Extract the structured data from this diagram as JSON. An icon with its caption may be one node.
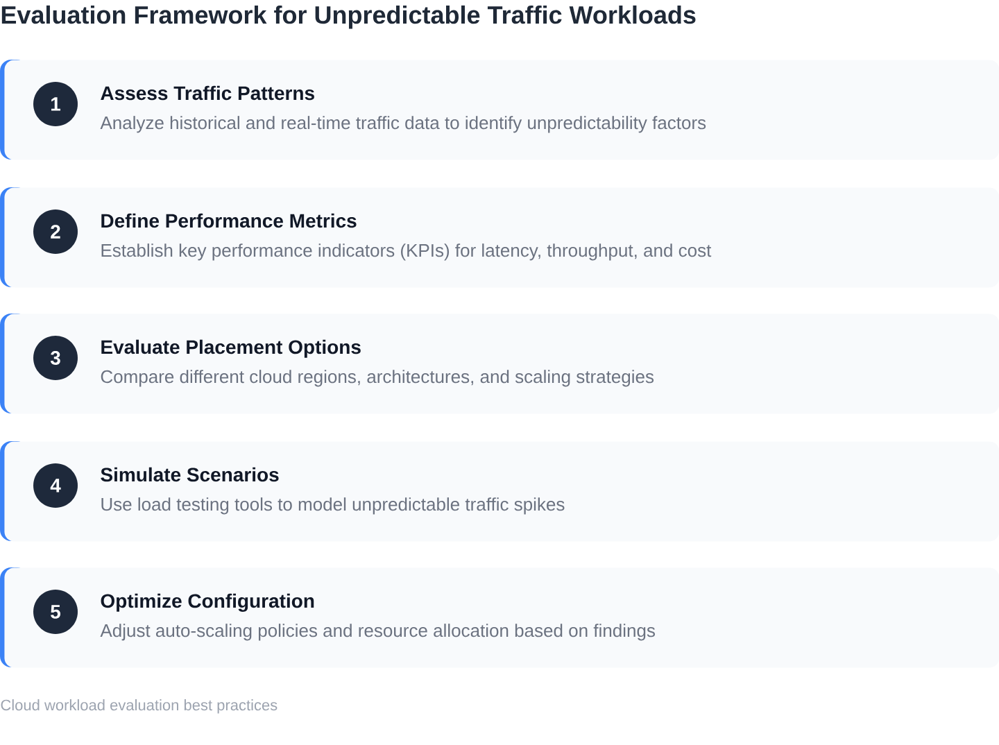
{
  "diagram": {
    "title": "Evaluation Framework for Unpredictable Traffic Workloads",
    "nodes": [
      {
        "text": [
          "Assess Traffic Patterns",
          "Analyze historical and real-time traffic data to identify unpredictability factors"
        ]
      },
      {
        "text": [
          "1"
        ],
        "in": 0
      },
      {
        "text": [
          "Define Performance Metrics",
          "Establish key performance indicators (KPIs) for latency, throughput, and cost"
        ]
      },
      {
        "text": [
          "2"
        ],
        "in": 2
      },
      {
        "text": [
          "Evaluate Placement Options",
          "Compare different cloud regions, architectures, and scaling strategies"
        ]
      },
      {
        "text": [
          "3"
        ],
        "in": 4
      },
      {
        "text": [
          "Simulate Scenarios",
          "Use load testing tools to model unpredictable traffic spikes"
        ]
      },
      {
        "text": [
          "4"
        ],
        "in": 6
      },
      {
        "text": [
          "Optimize Configuration",
          "Adjust auto-scaling policies and resource allocation based on findings"
        ]
      },
      {
        "text": [
          "5"
        ],
        "in": 8
      }
    ],
    "caption": "Cloud workload evaluation best practices"
  }
}
